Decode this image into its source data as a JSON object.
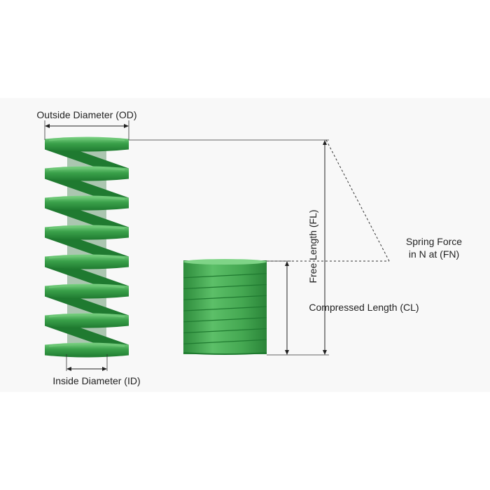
{
  "labels": {
    "outside_diameter": "Outside Diameter (OD)",
    "inside_diameter": "Inside Diameter (ID)",
    "free_length": "Free Length (FL)",
    "compressed_length": "Compressed Length (CL)",
    "spring_force_line1": "Spring Force",
    "spring_force_line2": "in N at (FN)"
  },
  "colors": {
    "spring_dark": "#1f7a30",
    "spring_mid": "#3aa14a",
    "spring_light": "#6cc775",
    "background_panel": "#f8f8f8",
    "line": "#222222"
  },
  "free_spring": {
    "coils": 7
  },
  "compressed_spring": {
    "turns": 8
  }
}
